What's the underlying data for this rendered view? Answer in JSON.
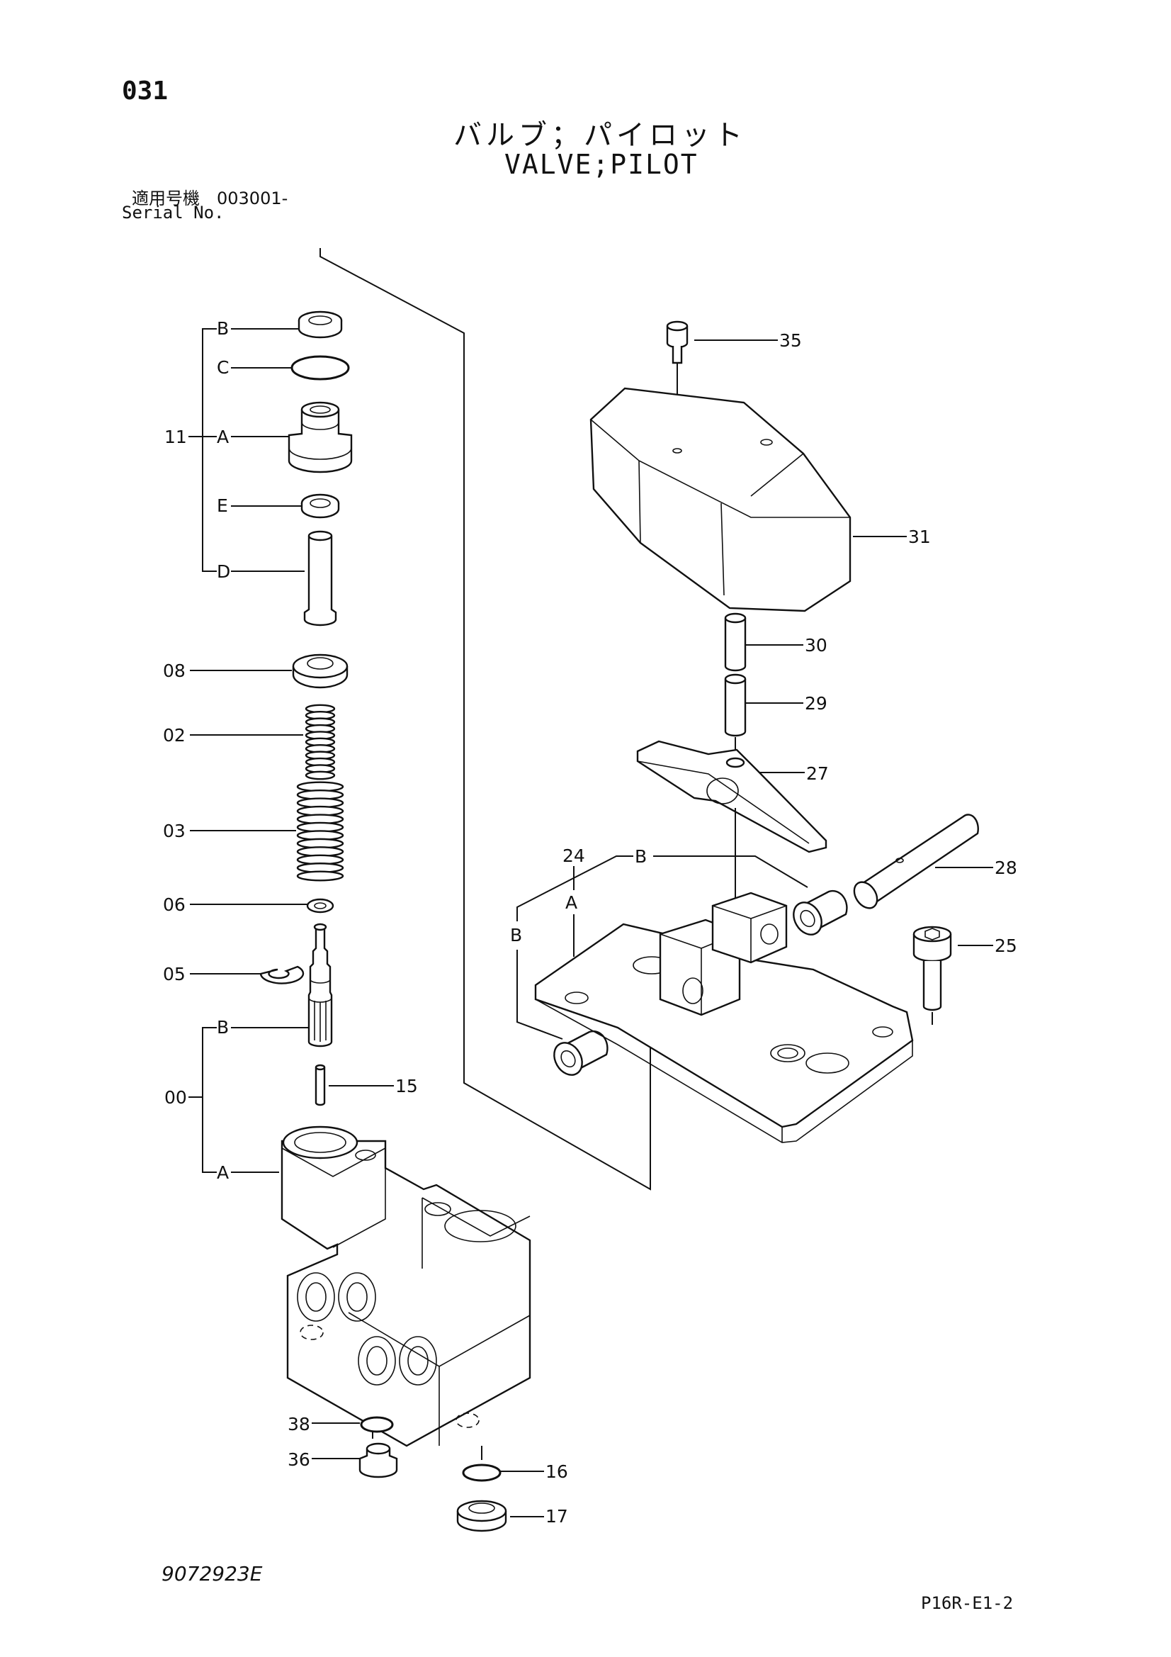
{
  "header": {
    "page_number": "031",
    "title_jp": "バルブ；パイロット",
    "title_en": "VALVE;PILOT",
    "serial_label_jp": "適用号機　003001-",
    "serial_label_en": "Serial No."
  },
  "callouts": {
    "c11": "11",
    "c11B": "B",
    "c11C": "C",
    "c11A": "A",
    "c11E": "E",
    "c11D": "D",
    "c08": "08",
    "c02": "02",
    "c03": "03",
    "c06": "06",
    "c05": "05",
    "c00": "00",
    "c00B": "B",
    "c00A": "A",
    "c15": "15",
    "c38": "38",
    "c36": "36",
    "c16": "16",
    "c17": "17",
    "c35": "35",
    "c31": "31",
    "c30": "30",
    "c29": "29",
    "c27": "27",
    "c24": "24",
    "c24B": "B",
    "c24A": "A",
    "c24Bleft": "B",
    "c28": "28",
    "c25": "25"
  },
  "footer": {
    "document_id": "9072923E",
    "page_code": "P16R-E1-2"
  }
}
